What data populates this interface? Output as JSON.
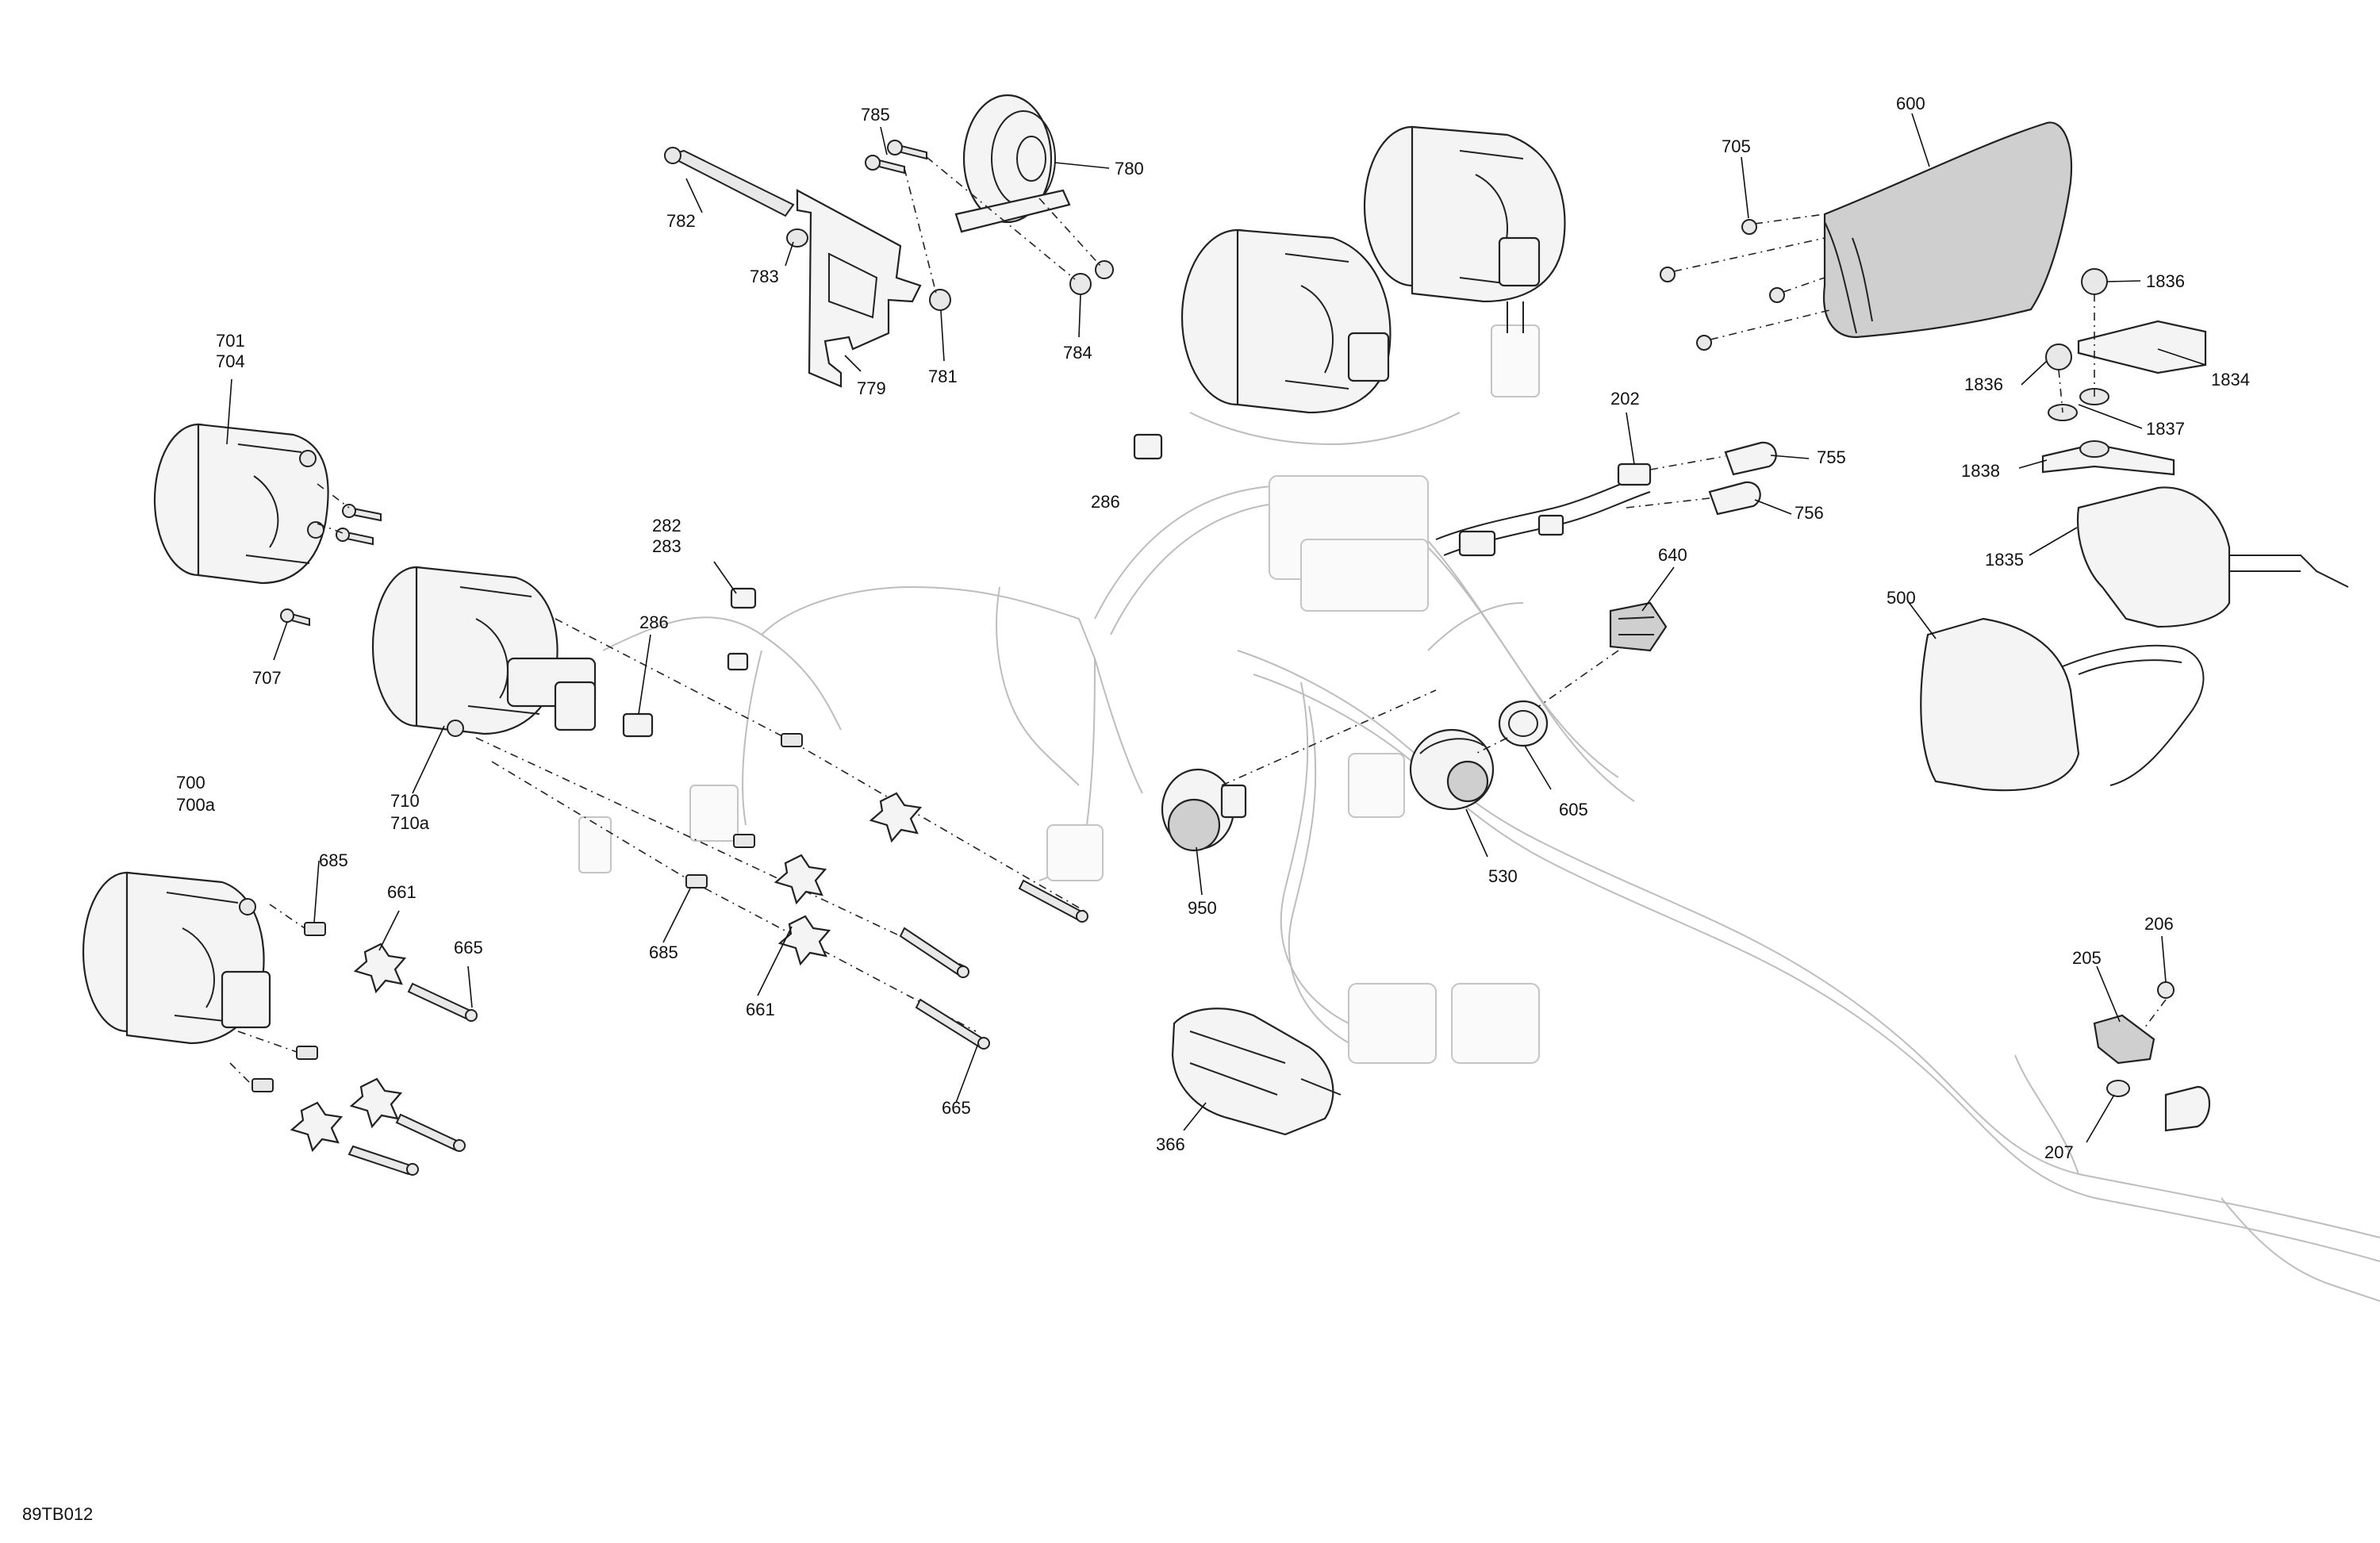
{
  "drawing_id": "89TB012",
  "labels": {
    "l600": "600",
    "l705": "705",
    "l785": "785",
    "l780": "780",
    "l782": "782",
    "l783": "783",
    "l779": "779",
    "l781": "781",
    "l784": "784",
    "l701": "701",
    "l704": "704",
    "l707": "707",
    "l286a": "286",
    "l286b": "286",
    "l282": "282",
    "l283": "283",
    "l202": "202",
    "l755": "755",
    "l756": "756",
    "l640": "640",
    "l605": "605",
    "l530": "530",
    "l950": "950",
    "l710": "710",
    "l710a": "710a",
    "l700": "700",
    "l700a": "700a",
    "l685a": "685",
    "l685b": "685",
    "l661a": "661",
    "l661b": "661",
    "l665a": "665",
    "l665b": "665",
    "l366": "366",
    "l1836a": "1836",
    "l1836b": "1836",
    "l1834": "1834",
    "l1837": "1837",
    "l1838": "1838",
    "l1835": "1835",
    "l500": "500",
    "l205": "205",
    "l206": "206",
    "l207": "207"
  }
}
